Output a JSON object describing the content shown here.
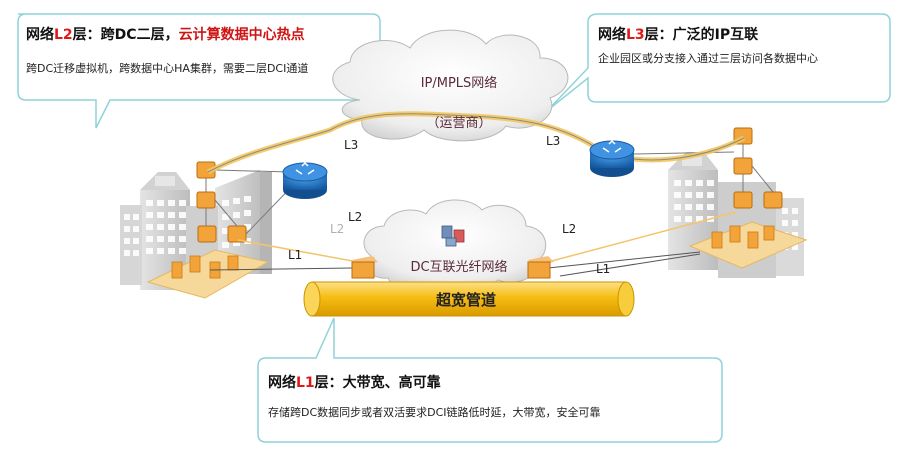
{
  "callouts": {
    "l2": {
      "title_prefix": "网络",
      "title_layer": "L2",
      "title_mid": "层：跨DC二层，",
      "title_red": "云计算数据中心热点",
      "desc": "跨DC迁移虚拟机，跨数据中心HA集群，需要二层DCI通道"
    },
    "l3": {
      "title_prefix": "网络",
      "title_layer": "L3",
      "title_mid": "层：广泛的IP互联",
      "desc": "企业园区或分支接入通过三层访问各数据中心"
    },
    "l1": {
      "title_prefix": "网络",
      "title_layer": "L1",
      "title_mid": "层：大带宽、高可靠",
      "desc": "存储跨DC数据同步或者双活要求DCI链路低时延，大带宽，安全可靠"
    }
  },
  "clouds": {
    "top_line1": "IP/MPLS网络",
    "top_line2": "（运营商）",
    "bottom": "DC互联光纤网络"
  },
  "pipe_label": "超宽管道",
  "link_labels": {
    "l3_left": "L3",
    "l3_right": "L3",
    "l2_left": "L2",
    "l2_left_faint": "L2",
    "l2_right": "L2",
    "l1_left": "L1",
    "l1_right": "L1"
  },
  "colors": {
    "callout_border": "#8fd2d9",
    "layer_highlight": "#e01818",
    "pipe": "#f4b800",
    "router": "#1f74c6",
    "switch": "#f2a43a",
    "building": "#c9c9c9"
  },
  "icons": [
    "router-icon",
    "switch-icon",
    "building-icon",
    "database-icon",
    "cloud-icon"
  ]
}
